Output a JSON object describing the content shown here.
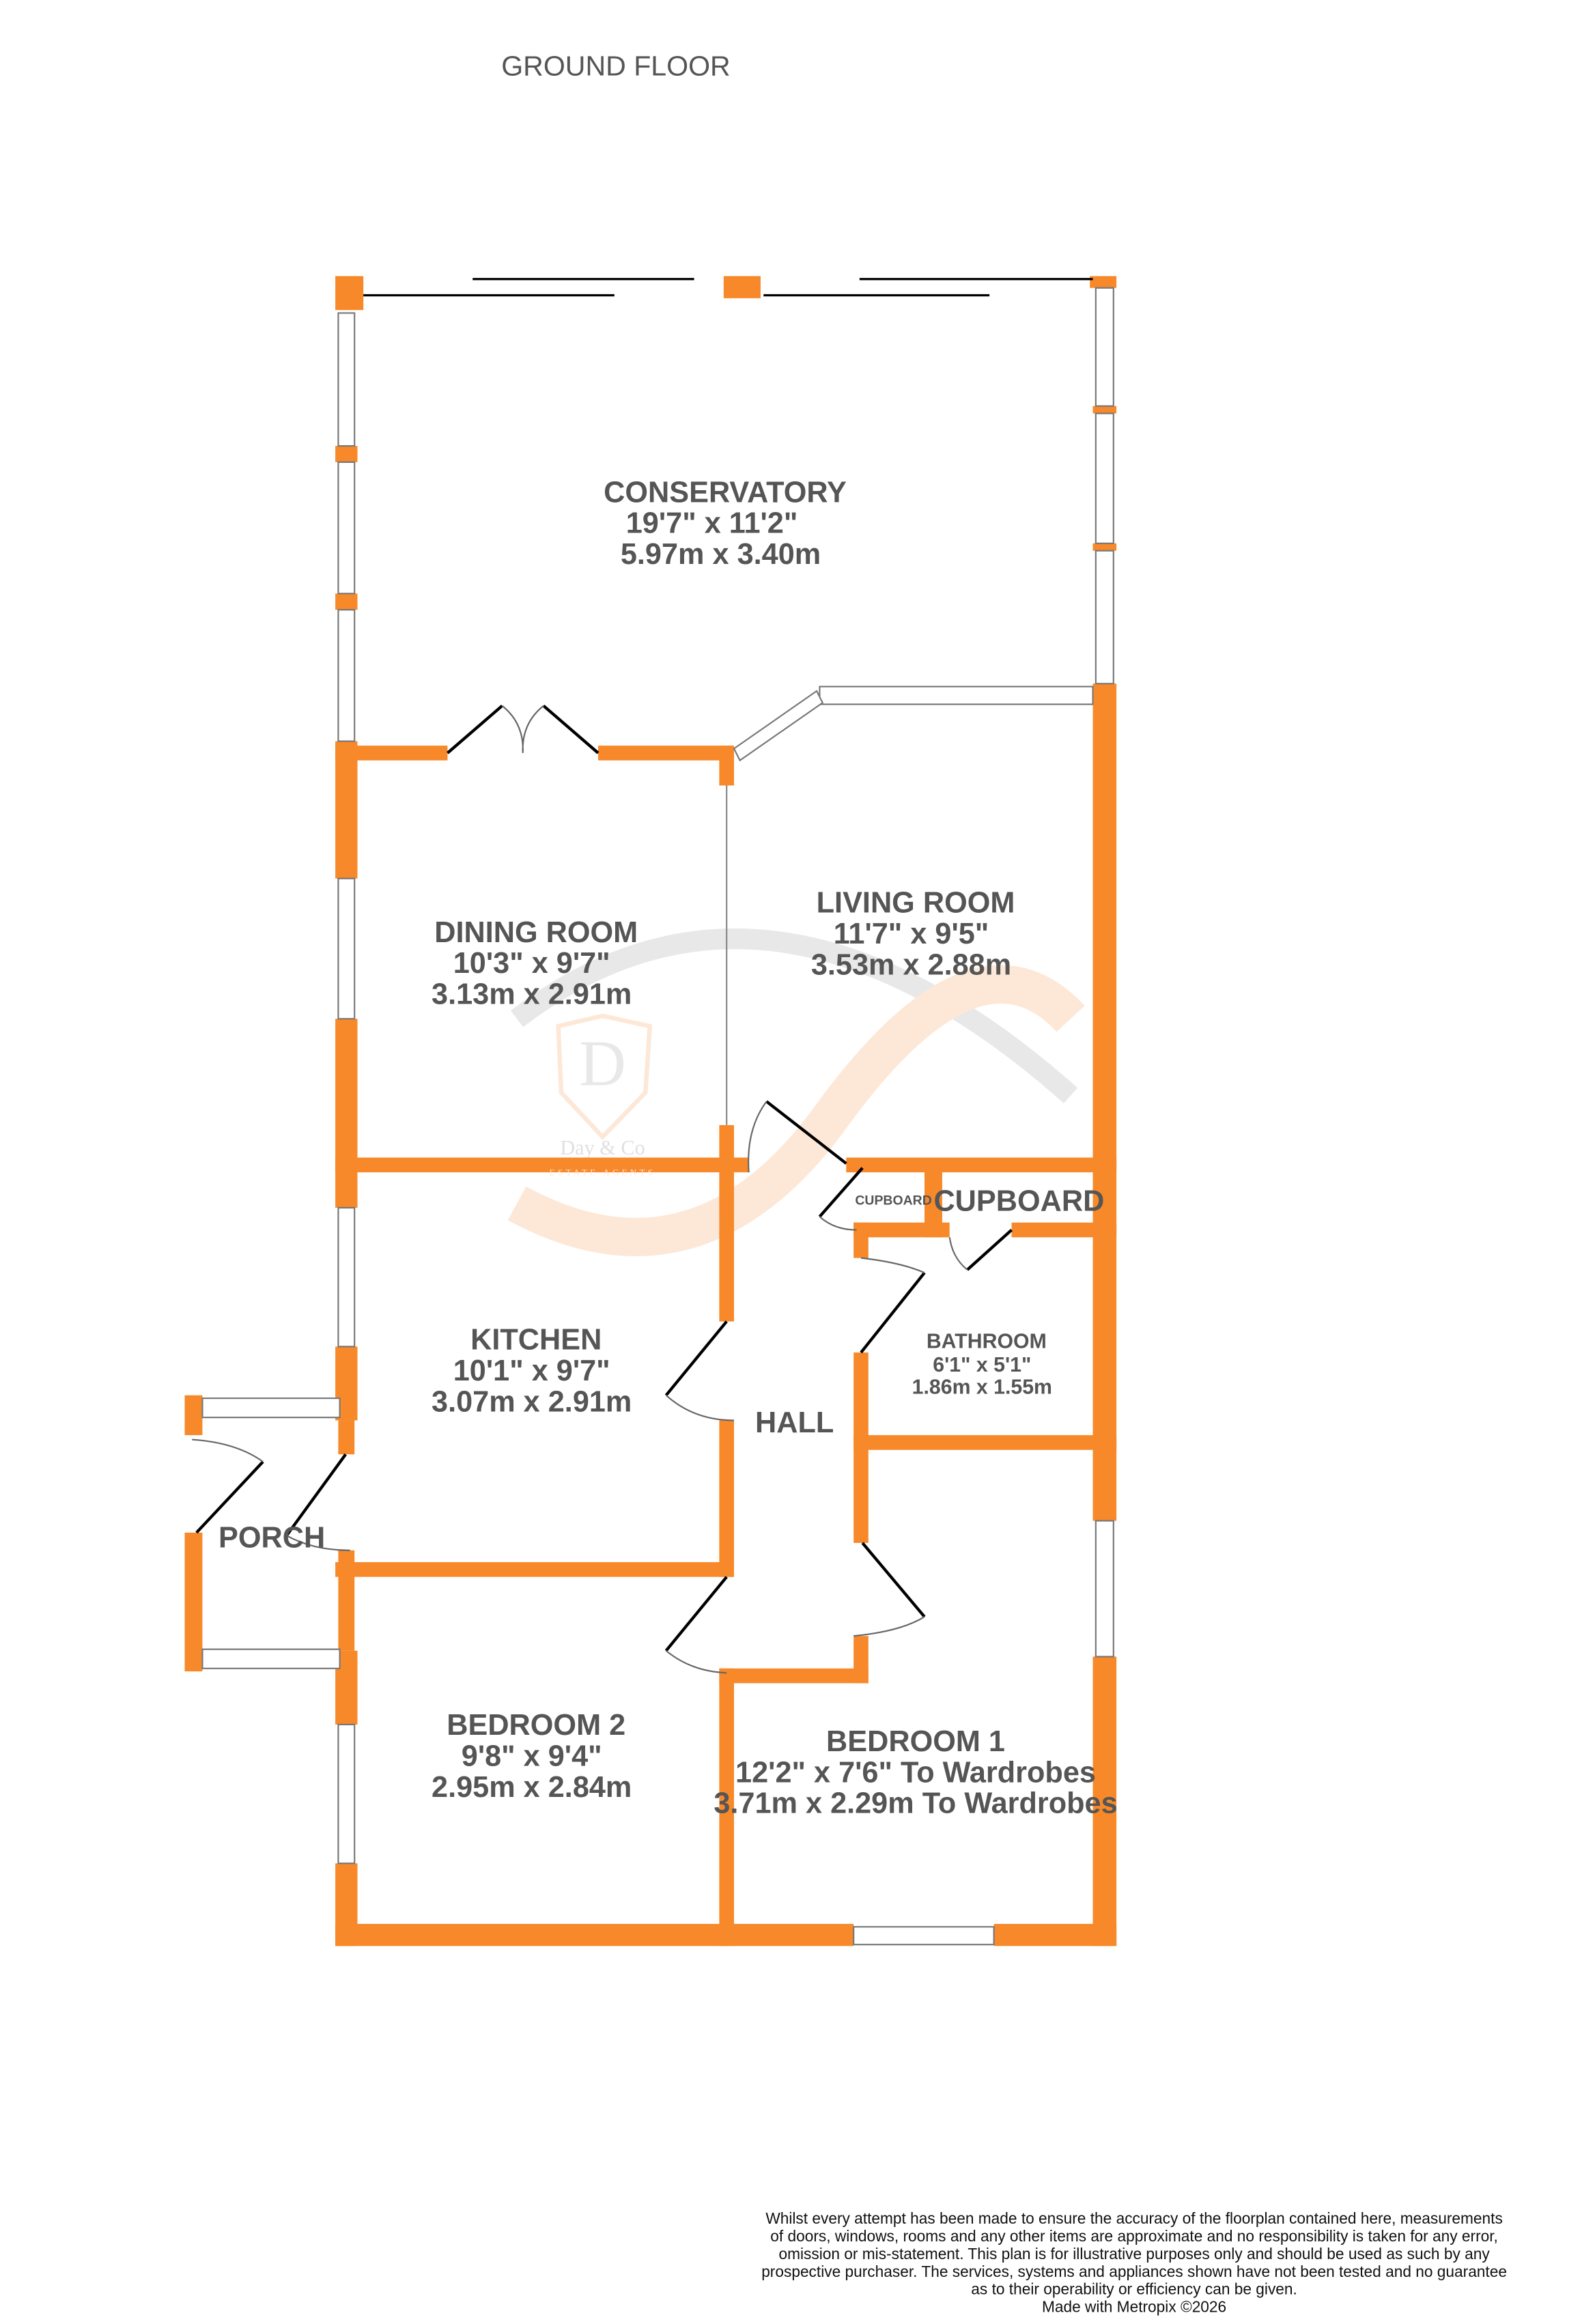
{
  "title": "GROUND FLOOR",
  "colors": {
    "wall": "#f7892a",
    "text": "#555555",
    "watermark_orange": "#fde6d3",
    "watermark_grey": "#e6e6e6"
  },
  "watermark": {
    "letter": "D",
    "name": "Day & Co",
    "tagline": "ESTATE AGENTS"
  },
  "rooms": {
    "conservatory": {
      "name": "CONSERVATORY",
      "imperial": "19'7\"  x 11'2\"",
      "metric": "5.97m  x 3.40m"
    },
    "dining": {
      "name": "DINING ROOM",
      "imperial": "10'3\"  x 9'7\"",
      "metric": "3.13m  x 2.91m"
    },
    "living": {
      "name": "LIVING ROOM",
      "imperial": "11'7\"  x 9'5\"",
      "metric": "3.53m  x 2.88m"
    },
    "cupboard_small": {
      "name": "CUPBOARD"
    },
    "cupboard_large": {
      "name": "CUPBOARD"
    },
    "kitchen": {
      "name": "KITCHEN",
      "imperial": "10'1\"  x 9'7\"",
      "metric": "3.07m  x 2.91m"
    },
    "bathroom": {
      "name": "BATHROOM",
      "imperial": "6'1\"  x 5'1\"",
      "metric": "1.86m  x 1.55m"
    },
    "hall": {
      "name": "HALL"
    },
    "porch": {
      "name": "PORCH"
    },
    "bedroom2": {
      "name": "BEDROOM 2",
      "imperial": "9'8\"  x 9'4\"",
      "metric": "2.95m  x 2.84m"
    },
    "bedroom1": {
      "name": "BEDROOM 1",
      "imperial": "12'2\"  x 7'6\" To Wardrobes",
      "metric": "3.71m  x 2.29m To Wardrobes"
    }
  },
  "disclaimer": [
    "Whilst every attempt has been made to ensure the accuracy of the floorplan contained here, measurements",
    "of doors, windows, rooms and any other items are approximate and no responsibility is taken for any error,",
    "omission or mis-statement. This plan is for illustrative purposes only and should be used as such by any",
    "prospective purchaser. The services, systems and appliances shown have not been tested and no guarantee",
    "as to their operability or efficiency can be given.",
    "Made with Metropix ©2026"
  ]
}
